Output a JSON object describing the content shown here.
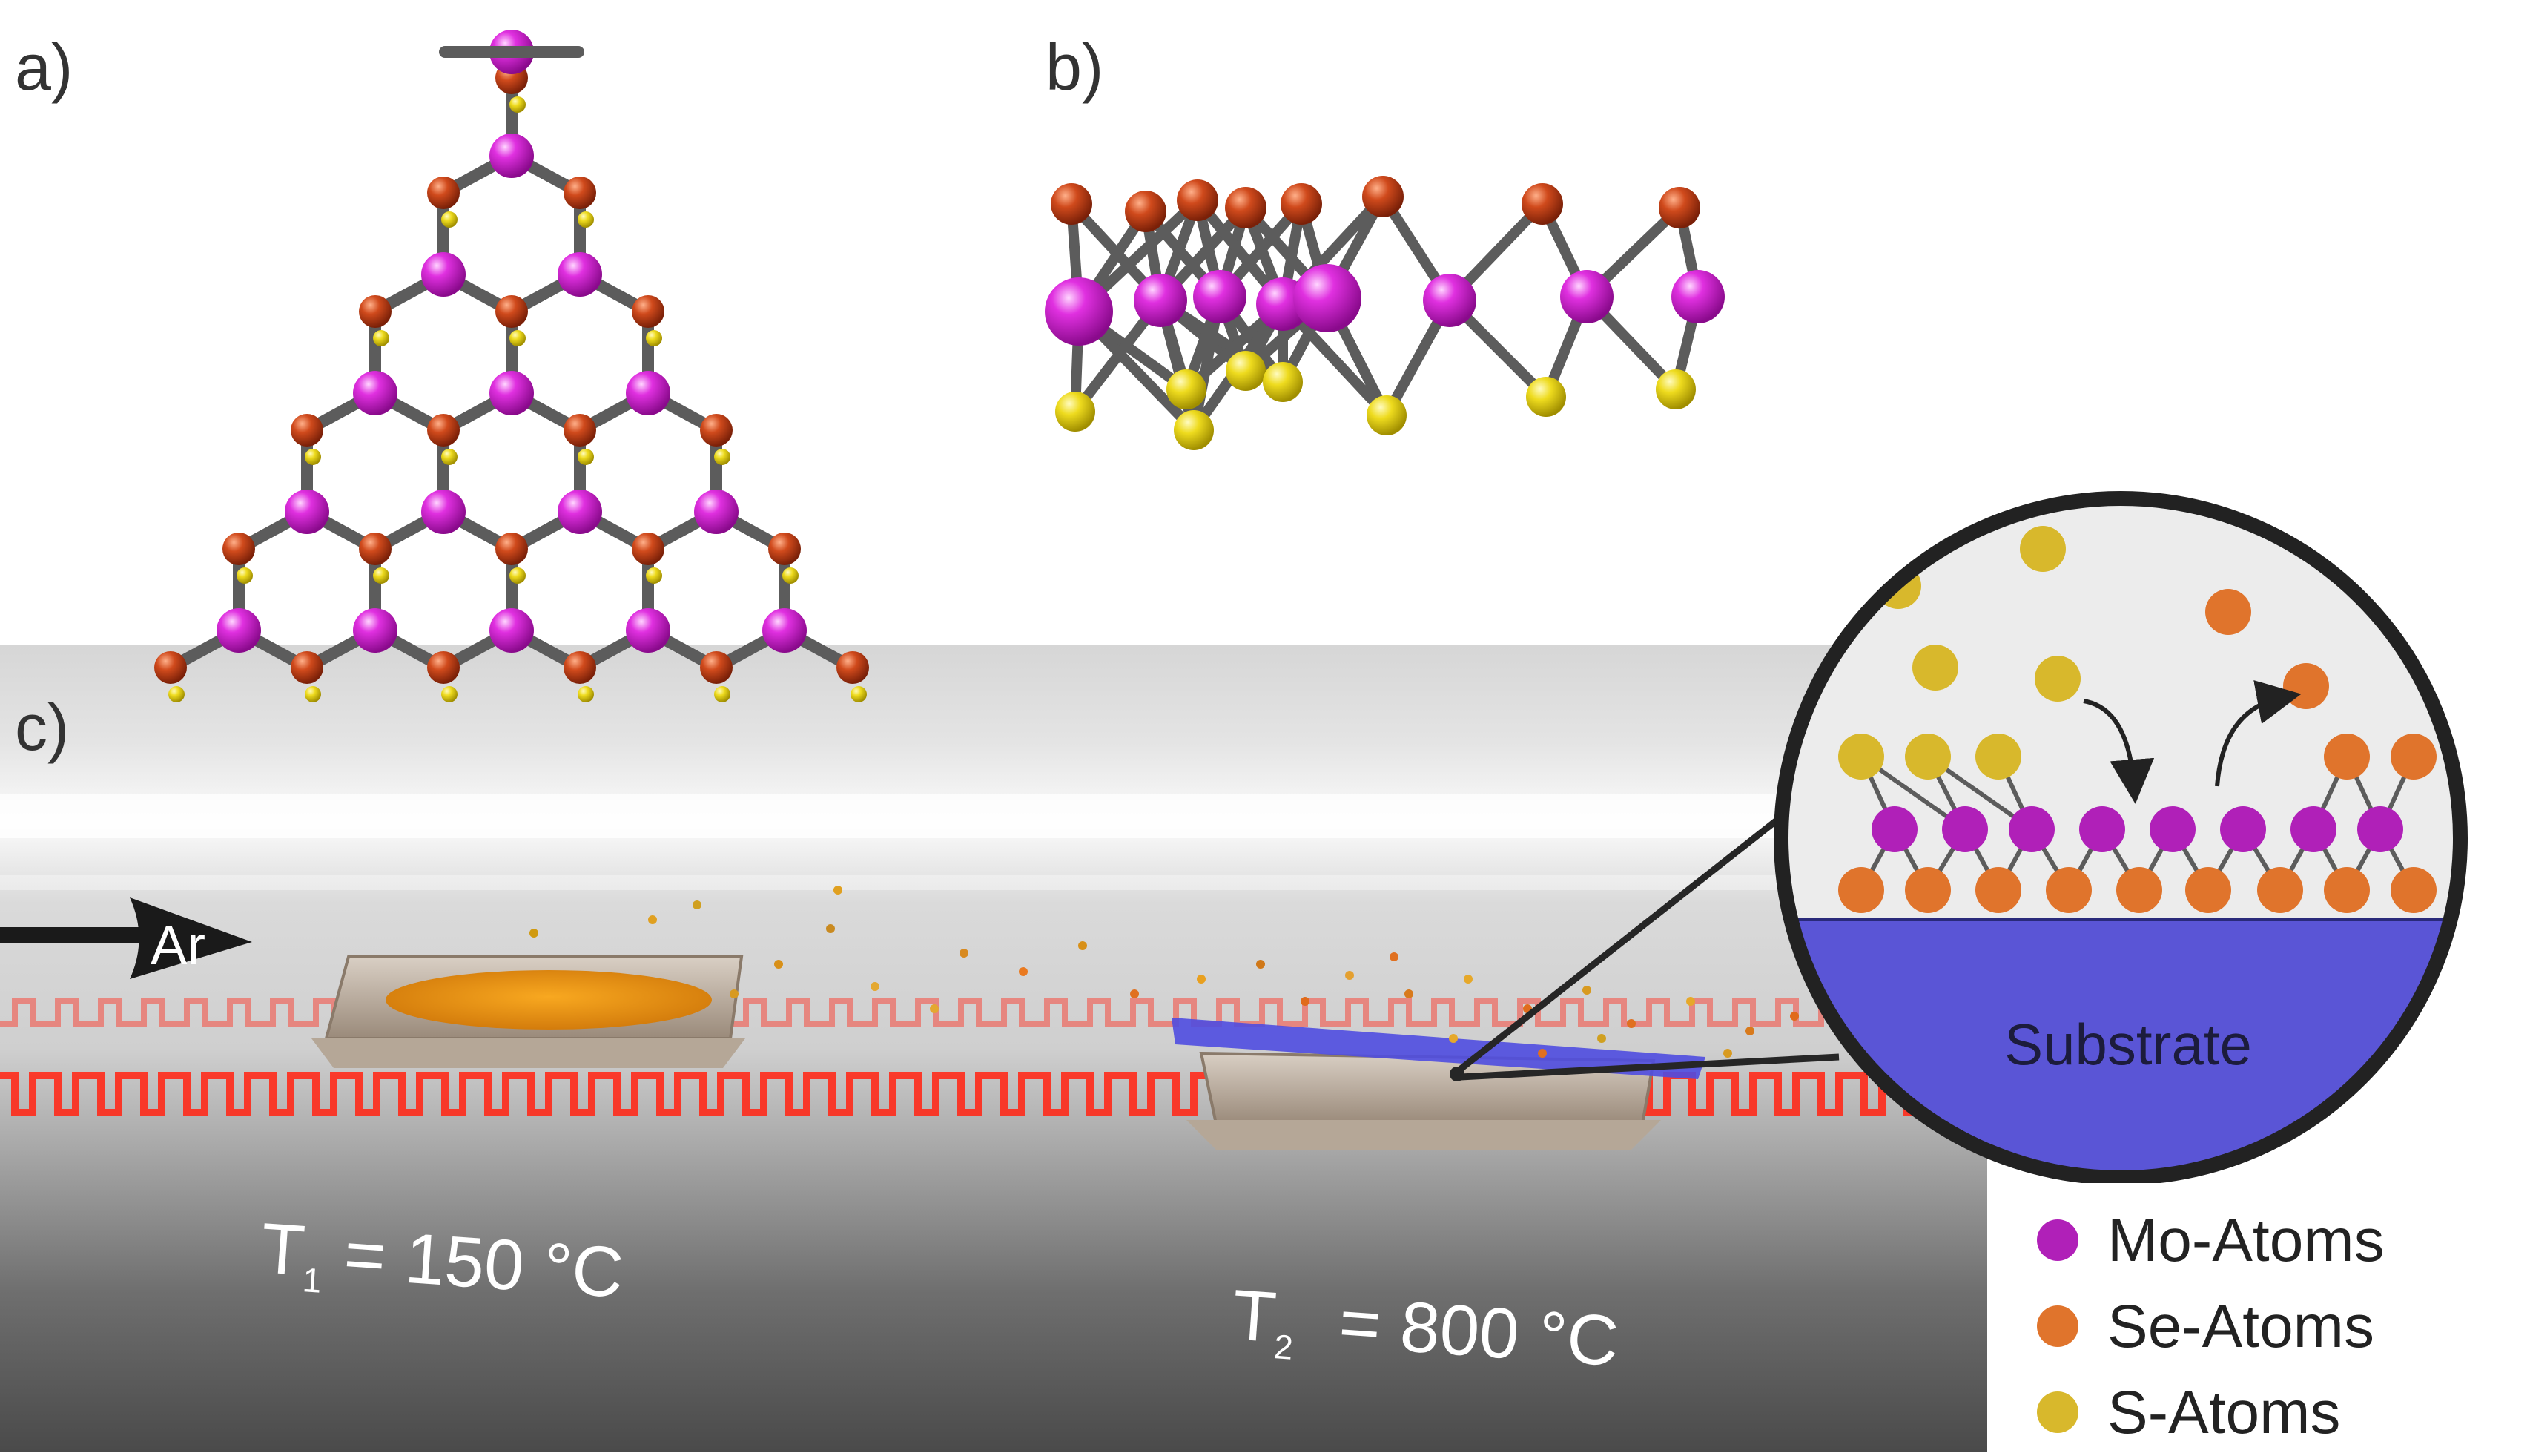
{
  "panels": {
    "a": {
      "label": "a)"
    },
    "b": {
      "label": "b)"
    },
    "c": {
      "label": "c)"
    }
  },
  "carrier_gas": {
    "label": "Ar"
  },
  "zones": {
    "t1": {
      "symbol": "T",
      "subscript": "1",
      "value": "= 150 °C"
    },
    "t2": {
      "symbol": "T",
      "subscript": "2",
      "value": "= 800 °C"
    }
  },
  "inset": {
    "substrate_label": "Substrate"
  },
  "legend": [
    {
      "label": "Mo-Atoms",
      "color": "#b020b8"
    },
    {
      "label": "Se-Atoms",
      "color": "#e0742c"
    },
    {
      "label": "S-Atoms",
      "color": "#d8b82c"
    }
  ],
  "colors": {
    "mo": "#c81fc8",
    "se": "#c8421a",
    "s": "#e6d21a",
    "bond": "#5c5c5c",
    "substrate": "#5a55d6",
    "heater": "#ff2a1a",
    "sulfur_precursor": "#f0a020"
  }
}
